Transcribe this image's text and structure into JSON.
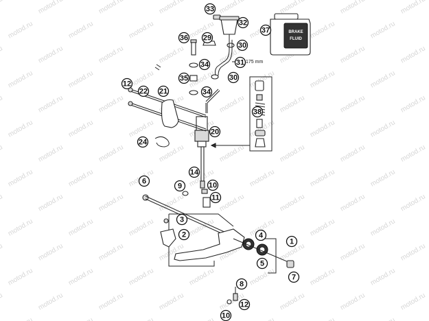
{
  "watermark": "motod.ru",
  "dimension_label": "175 mm",
  "bottle_label": [
    "BRAKE",
    "FLUID"
  ],
  "callouts": [
    "1",
    "2",
    "3",
    "4",
    "5",
    "6",
    "7",
    "8",
    "9",
    "10",
    "10",
    "11",
    "12",
    "12",
    "14",
    "20",
    "21",
    "22",
    "24",
    "29",
    "30",
    "30",
    "31",
    "32",
    "33",
    "34",
    "34",
    "35",
    "36",
    "37",
    "38"
  ]
}
